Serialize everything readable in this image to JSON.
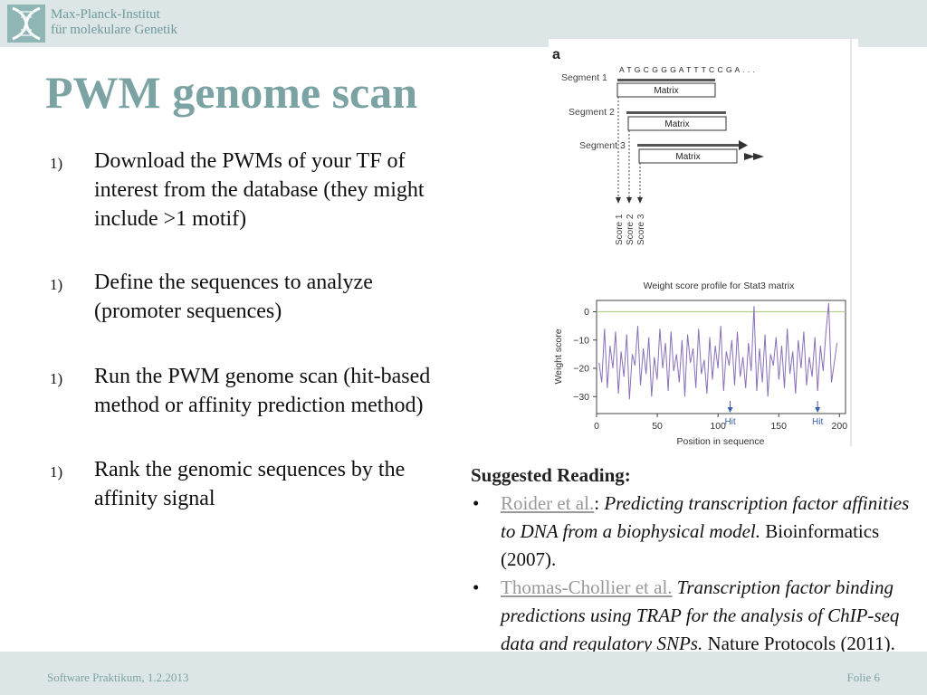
{
  "header": {
    "institute_line1": "Max-Planck-Institut",
    "institute_line2": "für molekulare Genetik"
  },
  "title": "PWM genome scan",
  "steps": [
    {
      "num": "1)",
      "text": "Download the PWMs of your TF of interest from the database (they might include >1 motif)"
    },
    {
      "num": "1)",
      "text": "Define the sequences to analyze (promoter sequences)"
    },
    {
      "num": "1)",
      "text": "Run the PWM genome scan (hit-based method or affinity prediction method)"
    },
    {
      "num": "1)",
      "text": "Rank the genomic sequences by the affinity signal"
    }
  ],
  "figure": {
    "panel_label": "a",
    "sequence": "A T G C G G G A T T T C C G A . . .",
    "segments": [
      "Segment 1",
      "Segment 2",
      "Segment 3"
    ],
    "matrix_label": "Matrix",
    "scores": [
      "Score 1",
      "Score 2",
      "Score 3"
    ]
  },
  "chart_data": {
    "type": "line",
    "title": "Weight score profile for Stat3 matrix",
    "xlabel": "Position in sequence",
    "ylabel": "Weight score",
    "xlim": [
      0,
      205
    ],
    "ylim": [
      -36,
      4
    ],
    "xticks": [
      "0",
      "50",
      "100",
      "150",
      "200"
    ],
    "yticks": [
      "0",
      "−10",
      "−20",
      "−30"
    ],
    "threshold": 0,
    "hits": [
      {
        "x": 110,
        "label": "Hit"
      },
      {
        "x": 182,
        "label": "Hit"
      }
    ],
    "series": [
      {
        "y": [
          -18,
          -25,
          -6,
          -27,
          -12,
          -20,
          -7,
          -29,
          -14,
          -23,
          -8,
          -31,
          -15,
          -19,
          -5,
          -26,
          -13,
          -22,
          -9,
          -30,
          -16,
          -24,
          -6,
          -20,
          -11,
          -28,
          -7,
          -21,
          -15,
          -25,
          -10,
          -30,
          -8,
          -18,
          -13,
          -27,
          -6,
          -22,
          -17,
          -29,
          -9,
          -24,
          -12,
          -20,
          -5,
          -28,
          -14,
          -19,
          -10,
          -26,
          -7,
          -23,
          -16,
          -27,
          -11,
          -21,
          2,
          -28,
          -13,
          -25,
          -8,
          -30,
          -15,
          -19,
          -9,
          -24,
          -12,
          -27,
          -6,
          -22,
          -14,
          -29,
          -10,
          -20,
          -7,
          -26,
          -16,
          -23,
          -9,
          -28,
          -12,
          -21,
          -7,
          3,
          -25,
          -18,
          -11
        ]
      }
    ]
  },
  "reading": {
    "heading": "Suggested Reading:",
    "bullet": "•",
    "refs": [
      {
        "link": "Roider et al.",
        "sep": ":",
        "title": "Predicting transcription factor affinities to DNA from a biophysical model.",
        "journal": "Bioinformatics (2007)."
      },
      {
        "link": "Thomas-Chollier et al.",
        "sep": "",
        "title": "Transcription factor binding predictions using TRAP for the analysis of ChIP-seq data and regulatory SNPs.",
        "journal": "Nature Protocols (2011)."
      }
    ]
  },
  "footer": {
    "left": "Software Praktikum, 1.2.2013",
    "right": "Folie 6"
  },
  "colors": {
    "accent": "#7ca3a3",
    "band": "#dde6e6",
    "plot_line": "#8a70b8",
    "threshold_line": "#b5d08a",
    "hit_marker": "#3a5fa8"
  }
}
